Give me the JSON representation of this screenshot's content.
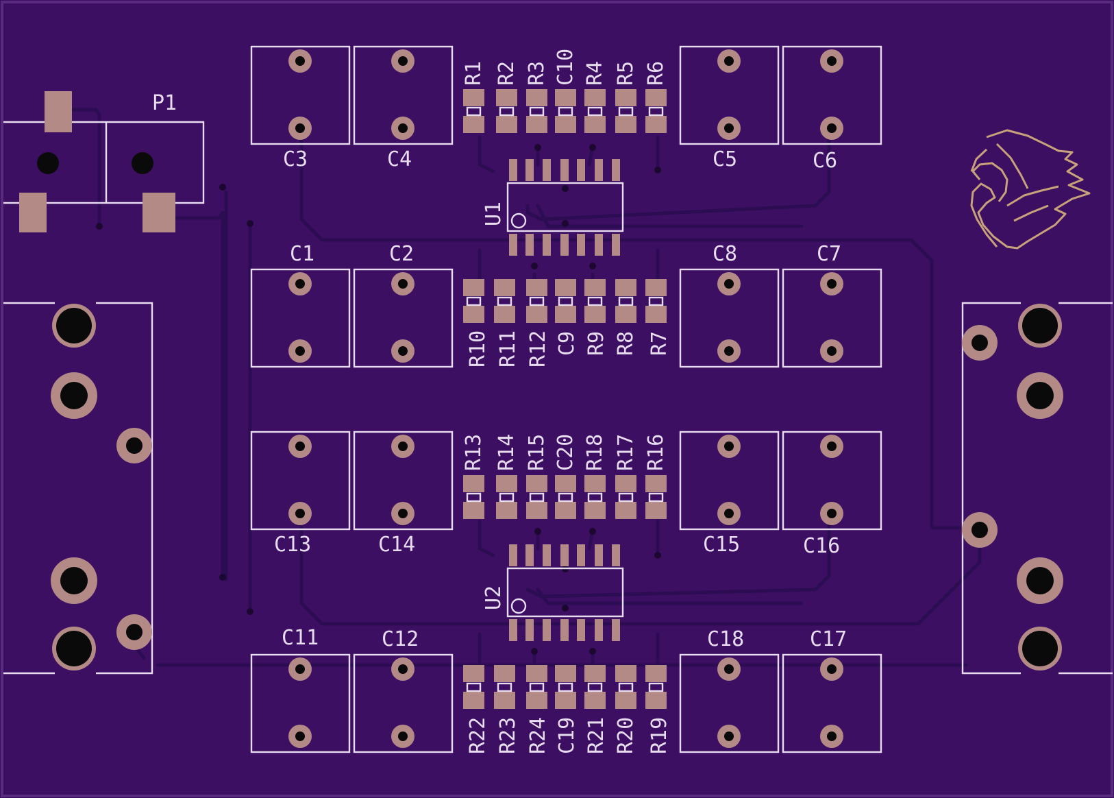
{
  "board": {
    "colors": {
      "substrate": "#3d0f63",
      "edge": "#5a2a80",
      "silkscreen": "#e8dcef",
      "copper_pad": "#b38a86",
      "drill": "#0a0a0a",
      "trace": "#2c0c52"
    }
  },
  "labels": {
    "P1": "P1",
    "U1": "U1",
    "U2": "U2",
    "C1": "C1",
    "C2": "C2",
    "C3": "C3",
    "C4": "C4",
    "C5": "C5",
    "C6": "C6",
    "C7": "C7",
    "C8": "C8",
    "C9": "C9",
    "C10": "C10",
    "C11": "C11",
    "C12": "C12",
    "C13": "C13",
    "C14": "C14",
    "C15": "C15",
    "C16": "C16",
    "C17": "C17",
    "C18": "C18",
    "C19": "C19",
    "C20": "C20",
    "R1": "R1",
    "R2": "R2",
    "R3": "R3",
    "R4": "R4",
    "R5": "R5",
    "R6": "R6",
    "R7": "R7",
    "R8": "R8",
    "R9": "R9",
    "R10": "R10",
    "R11": "R11",
    "R12": "R12",
    "R13": "R13",
    "R14": "R14",
    "R15": "R15",
    "R16": "R16",
    "R17": "R17",
    "R18": "R18",
    "R19": "R19",
    "R20": "R20",
    "R21": "R21",
    "R22": "R22",
    "R23": "R23",
    "R24": "R24"
  },
  "logo": {
    "icon": "phoenix-logo"
  }
}
